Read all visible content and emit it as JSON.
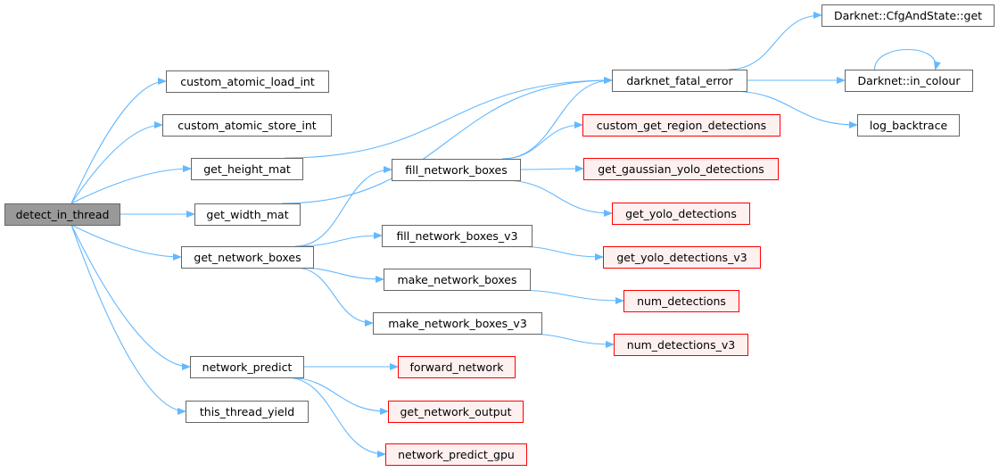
{
  "colors": {
    "edge": "#63b8ff",
    "node_border": "#666666",
    "node_fill": "#ffffff",
    "root_fill": "#999999",
    "root_border": "#666666",
    "external_fill": "#fff0f0",
    "external_border": "#ff0000"
  },
  "nodes": [
    {
      "id": "detect_in_thread",
      "label": "detect_in_thread",
      "kind": "root"
    },
    {
      "id": "custom_atomic_load_int",
      "label": "custom_atomic_load_int",
      "kind": "normal"
    },
    {
      "id": "custom_atomic_store_int",
      "label": "custom_atomic_store_int",
      "kind": "normal"
    },
    {
      "id": "get_height_mat",
      "label": "get_height_mat",
      "kind": "normal"
    },
    {
      "id": "get_width_mat",
      "label": "get_width_mat",
      "kind": "normal"
    },
    {
      "id": "get_network_boxes",
      "label": "get_network_boxes",
      "kind": "normal"
    },
    {
      "id": "network_predict",
      "label": "network_predict",
      "kind": "normal"
    },
    {
      "id": "this_thread_yield",
      "label": "this_thread_yield",
      "kind": "normal"
    },
    {
      "id": "fill_network_boxes",
      "label": "fill_network_boxes",
      "kind": "normal"
    },
    {
      "id": "fill_network_boxes_v3",
      "label": "fill_network_boxes_v3",
      "kind": "normal"
    },
    {
      "id": "make_network_boxes",
      "label": "make_network_boxes",
      "kind": "normal"
    },
    {
      "id": "make_network_boxes_v3",
      "label": "make_network_boxes_v3",
      "kind": "normal"
    },
    {
      "id": "forward_network",
      "label": "forward_network",
      "kind": "external"
    },
    {
      "id": "get_network_output",
      "label": "get_network_output",
      "kind": "external"
    },
    {
      "id": "network_predict_gpu",
      "label": "network_predict_gpu",
      "kind": "external"
    },
    {
      "id": "darknet_fatal_error",
      "label": "darknet_fatal_error",
      "kind": "normal"
    },
    {
      "id": "custom_get_region_detections",
      "label": "custom_get_region_detections",
      "kind": "external"
    },
    {
      "id": "get_gaussian_yolo_detections",
      "label": "get_gaussian_yolo_detections",
      "kind": "external"
    },
    {
      "id": "get_yolo_detections",
      "label": "get_yolo_detections",
      "kind": "external"
    },
    {
      "id": "get_yolo_detections_v3",
      "label": "get_yolo_detections_v3",
      "kind": "external"
    },
    {
      "id": "num_detections",
      "label": "num_detections",
      "kind": "external"
    },
    {
      "id": "num_detections_v3",
      "label": "num_detections_v3",
      "kind": "external"
    },
    {
      "id": "cfg_and_state_get",
      "label": "Darknet::CfgAndState::get",
      "kind": "normal"
    },
    {
      "id": "in_colour",
      "label": "Darknet::in_colour",
      "kind": "normal"
    },
    {
      "id": "log_backtrace",
      "label": "log_backtrace",
      "kind": "normal"
    }
  ],
  "edges": [
    [
      "detect_in_thread",
      "custom_atomic_load_int"
    ],
    [
      "detect_in_thread",
      "custom_atomic_store_int"
    ],
    [
      "detect_in_thread",
      "get_height_mat"
    ],
    [
      "detect_in_thread",
      "get_width_mat"
    ],
    [
      "detect_in_thread",
      "get_network_boxes"
    ],
    [
      "detect_in_thread",
      "network_predict"
    ],
    [
      "detect_in_thread",
      "this_thread_yield"
    ],
    [
      "get_height_mat",
      "darknet_fatal_error"
    ],
    [
      "get_width_mat",
      "darknet_fatal_error"
    ],
    [
      "get_network_boxes",
      "fill_network_boxes"
    ],
    [
      "get_network_boxes",
      "fill_network_boxes_v3"
    ],
    [
      "get_network_boxes",
      "make_network_boxes"
    ],
    [
      "get_network_boxes",
      "make_network_boxes_v3"
    ],
    [
      "fill_network_boxes",
      "darknet_fatal_error"
    ],
    [
      "fill_network_boxes",
      "custom_get_region_detections"
    ],
    [
      "fill_network_boxes",
      "get_gaussian_yolo_detections"
    ],
    [
      "fill_network_boxes",
      "get_yolo_detections"
    ],
    [
      "fill_network_boxes_v3",
      "get_yolo_detections_v3"
    ],
    [
      "make_network_boxes",
      "num_detections"
    ],
    [
      "make_network_boxes_v3",
      "num_detections_v3"
    ],
    [
      "network_predict",
      "forward_network"
    ],
    [
      "network_predict",
      "get_network_output"
    ],
    [
      "network_predict",
      "network_predict_gpu"
    ],
    [
      "darknet_fatal_error",
      "cfg_and_state_get"
    ],
    [
      "darknet_fatal_error",
      "in_colour"
    ],
    [
      "darknet_fatal_error",
      "log_backtrace"
    ],
    [
      "in_colour",
      "in_colour"
    ]
  ]
}
